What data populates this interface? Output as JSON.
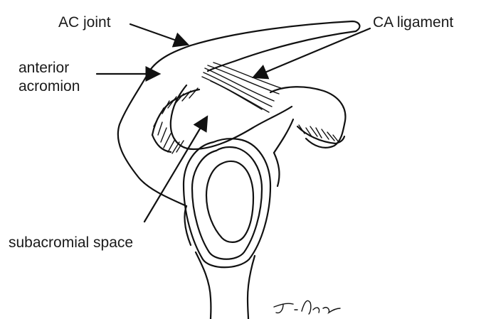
{
  "labels": {
    "ac_joint": "AC joint",
    "ca_ligament": "CA ligament",
    "anterior_acromion_line1": "anterior",
    "anterior_acromion_line2": "acromion",
    "subacromial_space": "subacromial space",
    "signature": "J. Apine"
  },
  "colors": {
    "ink": "#111111",
    "background": "#ffffff"
  }
}
